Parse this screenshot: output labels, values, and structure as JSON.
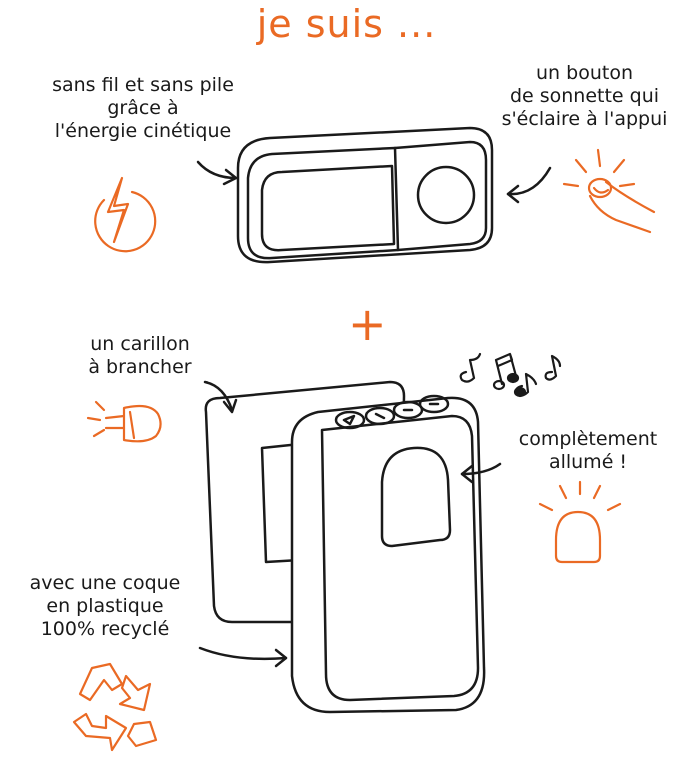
{
  "title": "je suis ...",
  "plus_sign": "+",
  "annotations": {
    "wireless": [
      "sans fil et sans pile",
      "grâce à",
      "l'énergie cinétique"
    ],
    "button": [
      "un bouton",
      "de sonnette qui",
      "s'éclaire à l'appui"
    ],
    "chime": [
      "un carillon",
      "à brancher"
    ],
    "lit": [
      "complètement",
      "allumé !"
    ],
    "recycled": [
      "avec une coque",
      "en plastique",
      "100% recyclé"
    ]
  },
  "icons": [
    "lightning-icon",
    "finger-press-icon",
    "plug-icon",
    "music-notes-icon",
    "glowing-bell-icon",
    "recycle-icon"
  ],
  "colors": {
    "accent": "#ea6a24",
    "ink": "#1a1a1a"
  }
}
